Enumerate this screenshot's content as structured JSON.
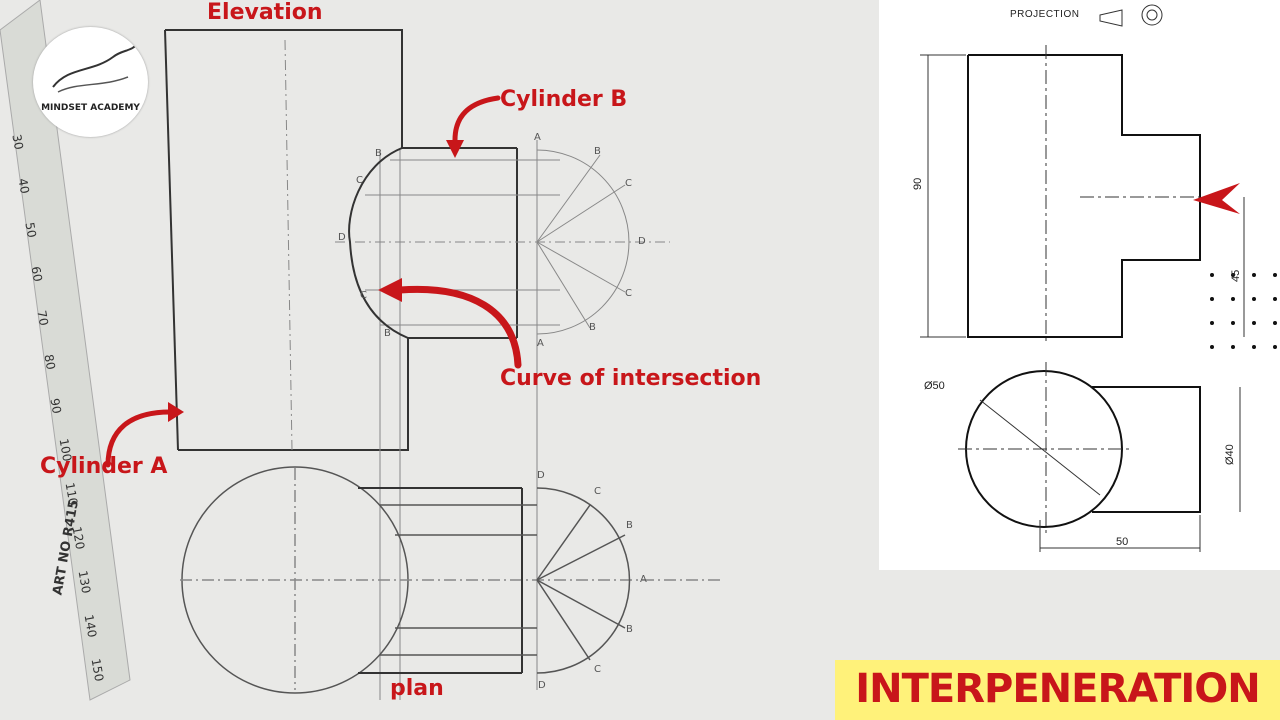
{
  "labels": {
    "elevation": "Elevation",
    "cylinder_b": "Cylinder B",
    "curve": "Curve of intersection",
    "cylinder_a": "Cylinder A",
    "plan": "plan"
  },
  "logo": {
    "text": "MINDSET ACADEMY"
  },
  "reference": {
    "projection": "PROJECTION",
    "dim_90": "90",
    "dim_45": "45",
    "dim_dia50": "Ø50",
    "dim_dia40": "Ø40",
    "dim_50": "50"
  },
  "banner": {
    "text": "INTERPENERATION"
  },
  "ruler": {
    "marks": [
      "30",
      "40",
      "50",
      "60",
      "70",
      "80",
      "90",
      "100",
      "110",
      "120",
      "130",
      "140",
      "150"
    ],
    "text": "ART NO R415"
  },
  "points_elev_left": [
    "B",
    "C",
    "D",
    "C",
    "B"
  ],
  "points_elev_right": [
    "A",
    "B",
    "C",
    "D",
    "C",
    "B",
    "A"
  ],
  "points_plan": [
    "D",
    "C",
    "B",
    "A",
    "B",
    "C",
    "D"
  ],
  "colors": {
    "accent": "#c8161a",
    "banner": "#fff27a",
    "pencil": "#444444"
  }
}
